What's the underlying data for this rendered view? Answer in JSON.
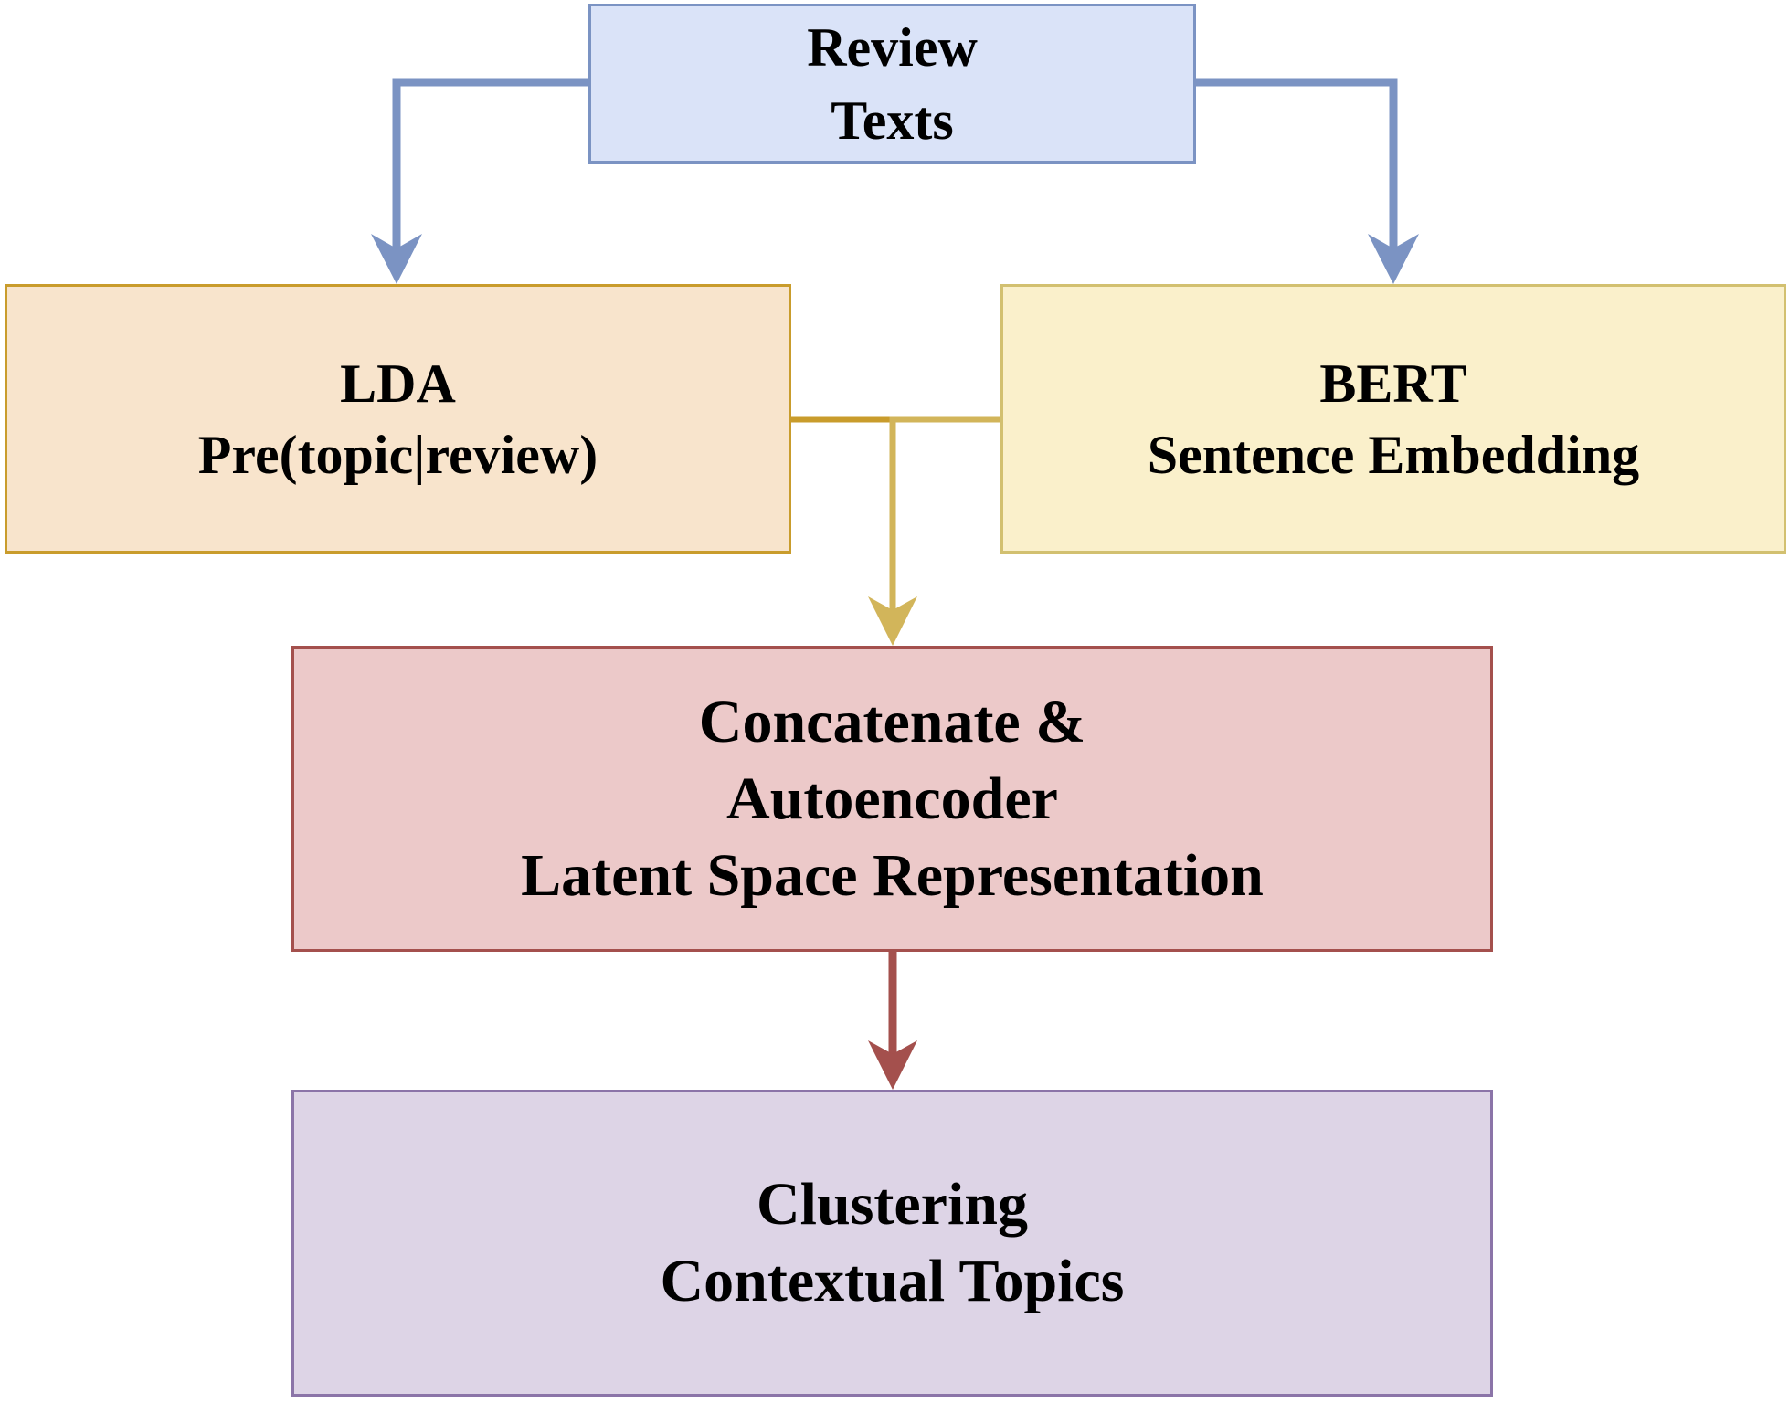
{
  "nodes": {
    "review": {
      "lines": [
        "Review",
        "Texts"
      ],
      "fill": "#dae3f8",
      "stroke": "#7b93c3"
    },
    "lda": {
      "lines": [
        "LDA",
        "Pre(topic|review)"
      ],
      "fill": "#f8e4cc",
      "stroke": "#c99c2c"
    },
    "bert": {
      "lines": [
        "BERT",
        "Sentence Embedding"
      ],
      "fill": "#faf0cb",
      "stroke": "#d2c070"
    },
    "concat": {
      "lines": [
        "Concatenate &",
        "Autoencoder",
        "Latent Space Representation"
      ],
      "fill": "#ecc9c9",
      "stroke": "#a4504d"
    },
    "cluster": {
      "lines": [
        "Clustering",
        "Contextual Topics"
      ],
      "fill": "#ddd4e6",
      "stroke": "#8b74a8"
    }
  },
  "edges": [
    {
      "from": "review",
      "to": "lda",
      "color": "#7b93c3"
    },
    {
      "from": "review",
      "to": "bert",
      "color": "#7b93c3"
    },
    {
      "from": "lda",
      "to": "concat",
      "color": "#c99c2c"
    },
    {
      "from": "bert",
      "to": "concat",
      "color": "#d2b55a"
    },
    {
      "from": "concat",
      "to": "cluster",
      "color": "#a4504d"
    }
  ]
}
